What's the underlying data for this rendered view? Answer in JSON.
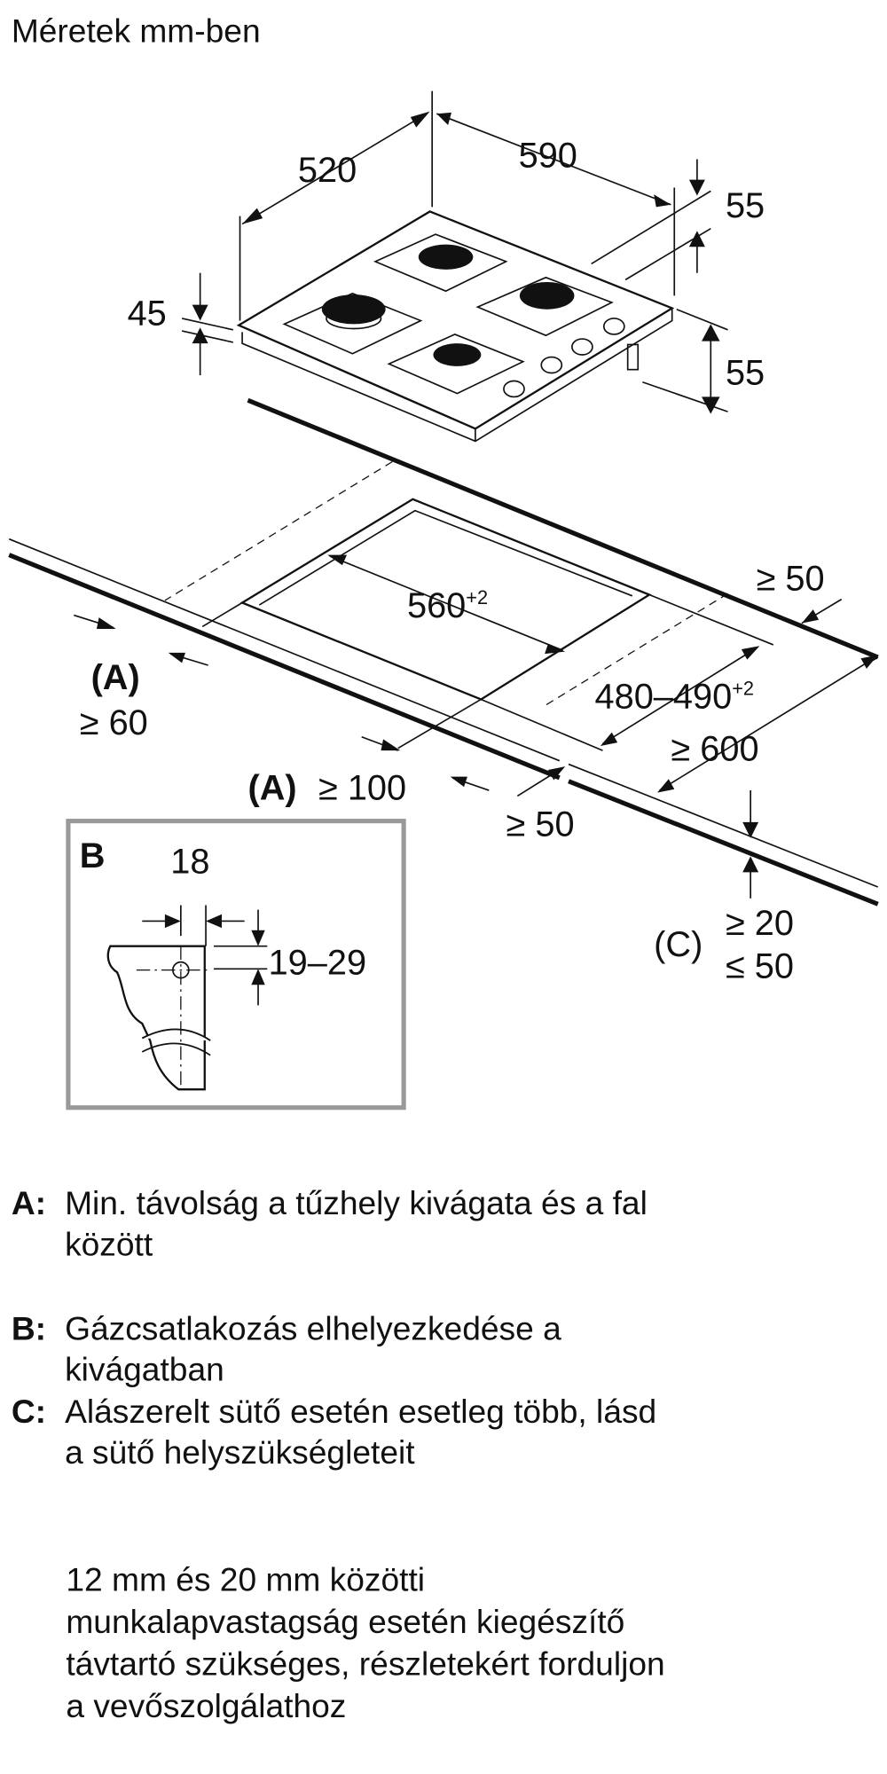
{
  "title": "Méretek mm-ben",
  "dimensions": {
    "depth": "520",
    "width": "590",
    "top_offset": "55",
    "thickness": "45",
    "height_below": "55",
    "cutout_width": "560",
    "cutout_width_tol": "+2",
    "cutout_depth": "480–490",
    "cutout_depth_tol": "+2",
    "back_clearance": "≥ 50",
    "side_label": "(A)",
    "side_clearance": "≥ 60",
    "front_label": "(A)",
    "front_clearance": "≥ 100",
    "front_edge": "≥ 50",
    "counter_depth": "≥ 600",
    "c_label": "(C)",
    "c_min": "≥ 20",
    "c_max": "≤ 50"
  },
  "inset": {
    "label": "B",
    "width": "18",
    "height": "19–29"
  },
  "legend": [
    {
      "key": "A:",
      "lines": [
        "Min. távolság a tűzhely kivágata és a fal",
        "között"
      ]
    },
    {
      "key": "B:",
      "lines": [
        "Gázcsatlakozás elhelyezkedése a",
        "kivágatban"
      ]
    },
    {
      "key": "C:",
      "lines": [
        "Alászerelt sütő esetén esetleg több, lásd",
        "a sütő helyszükségleteit"
      ]
    }
  ],
  "note": [
    "12 mm és 20 mm közötti",
    "munkalapvastagság esetén kiegészítő",
    "távtartó szükséges, részletekért forduljon",
    "a vevőszolgálathoz"
  ]
}
